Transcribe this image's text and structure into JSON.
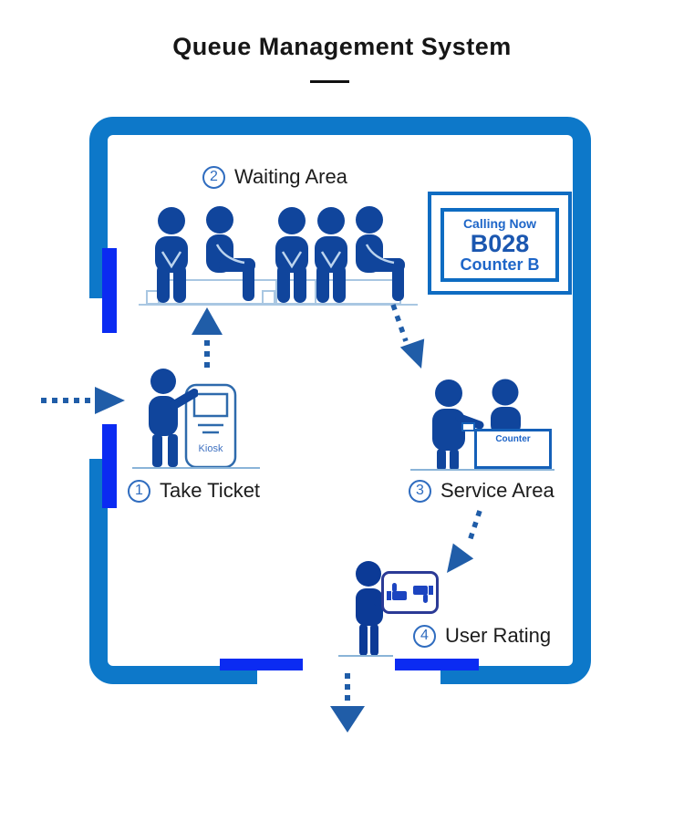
{
  "title": "Queue Management System",
  "steps": {
    "take_ticket": {
      "num": "1",
      "label": "Take Ticket"
    },
    "waiting": {
      "num": "2",
      "label": "Waiting Area"
    },
    "service": {
      "num": "3",
      "label": "Service Area"
    },
    "rating": {
      "num": "4",
      "label": "User Rating"
    }
  },
  "display_board": {
    "heading": "Calling Now",
    "ticket_number": "B028",
    "counter": "Counter B"
  },
  "kiosk": {
    "label": "Kiosk"
  },
  "service_counter": {
    "label": "Counter"
  },
  "icons": {
    "entrance": "dashed-arrow-right",
    "to_waiting": "dashed-arrow-up",
    "to_service": "dashed-arrow-down-right",
    "to_rating": "dashed-arrow-down-left",
    "exit": "dashed-arrow-down",
    "rating_panel": "thumbs-up-down"
  },
  "colors": {
    "wall": "#0d78c9",
    "door": "#0b2bf2",
    "figure": "#10459c",
    "arrow": "#205da8",
    "sign_blue": "#1e66c8",
    "outline_light": "#a9c7e2",
    "title_text": "#161616"
  }
}
